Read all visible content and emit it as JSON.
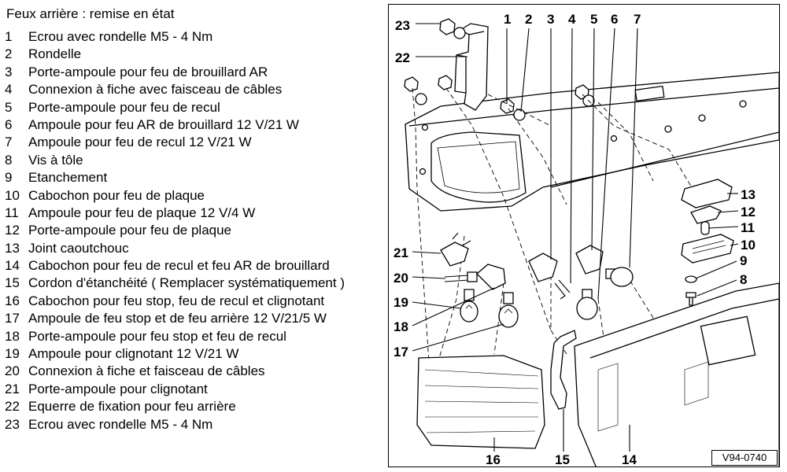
{
  "title": "Feux arrière : remise en état",
  "legend": [
    {
      "num": "1",
      "text": "Ecrou avec rondelle M5 - 4 Nm"
    },
    {
      "num": "2",
      "text": "Rondelle"
    },
    {
      "num": "3",
      "text": "Porte-ampoule pour feu de brouillard AR"
    },
    {
      "num": "4",
      "text": "Connexion à fiche avec faisceau de câbles"
    },
    {
      "num": "5",
      "text": "Porte-ampoule pour feu de recul"
    },
    {
      "num": "6",
      "text": "Ampoule pour feu AR de brouillard  12 V/21 W"
    },
    {
      "num": "7",
      "text": "Ampoule pour feu de recul  12 V/21 W"
    },
    {
      "num": "8",
      "text": "Vis à tôle"
    },
    {
      "num": "9",
      "text": "Etanchement"
    },
    {
      "num": "10",
      "text": "Cabochon pour feu de plaque"
    },
    {
      "num": "11",
      "text": "Ampoule pour feu de plaque 12 V/4 W"
    },
    {
      "num": "12",
      "text": "Porte-ampoule pour feu de plaque"
    },
    {
      "num": "13",
      "text": "Joint caoutchouc"
    },
    {
      "num": "14",
      "text": "Cabochon pour feu de recul et feu AR de brouillard"
    },
    {
      "num": "15",
      "text": "Cordon d'étanchéité ( Remplacer systématiquement )"
    },
    {
      "num": "16",
      "text": "Cabochon pour feu stop, feu de recul et clignotant"
    },
    {
      "num": "17",
      "text": "Ampoule de feu stop et de feu arrière 12 V/21/5 W"
    },
    {
      "num": "18",
      "text": "Porte-ampoule pour feu stop et feu de recul"
    },
    {
      "num": "19",
      "text": "Ampoule pour clignotant  12 V/21 W"
    },
    {
      "num": "20",
      "text": "Connexion à fiche et faisceau de câbles"
    },
    {
      "num": "21",
      "text": "Porte-ampoule pour clignotant"
    },
    {
      "num": "22",
      "text": "Equerre de fixation pour feu arrière"
    },
    {
      "num": "23",
      "text": "Ecrou avec rondelle M5 - 4 Nm"
    }
  ],
  "diagram": {
    "callouts": [
      "23",
      "22",
      "1",
      "2",
      "3",
      "4",
      "5",
      "6",
      "7",
      "21",
      "20",
      "19",
      "18",
      "17",
      "16",
      "15",
      "14",
      "13",
      "12",
      "11",
      "10",
      "9",
      "8"
    ],
    "reference": "V94-0740"
  }
}
